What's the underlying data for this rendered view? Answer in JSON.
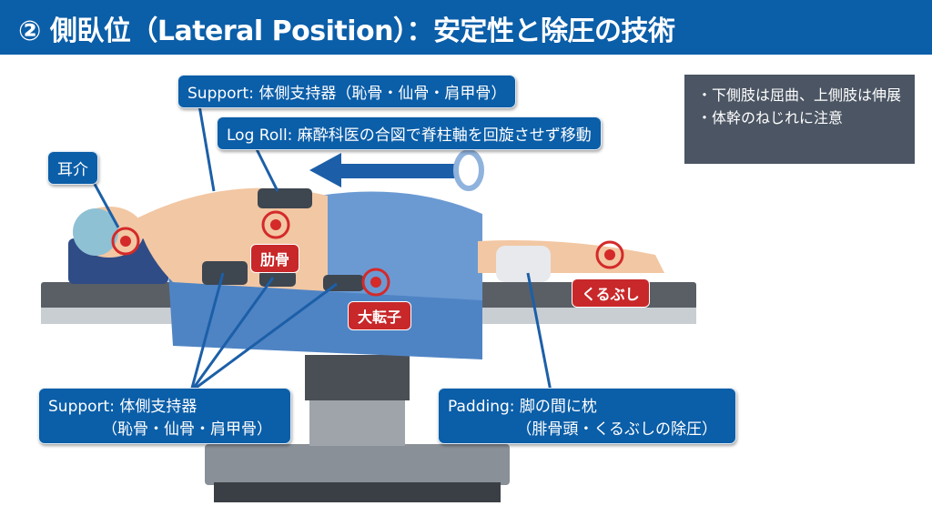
{
  "header": {
    "title": "② 側臥位（Lateral Position）：安定性と除圧の技術"
  },
  "callouts": {
    "support_top": "Support: 体側支持器（恥骨・仙骨・肩甲骨）",
    "log_roll": "Log Roll: 麻酔科医の合図で脊柱軸を回旋させず移動",
    "ear": "耳介",
    "support_bottom_line1": "Support: 体側支持器",
    "support_bottom_line2": "（恥骨・仙骨・肩甲骨）",
    "padding_line1": "Padding: 脚の間に枕",
    "padding_line2": "（腓骨頭・くるぶしの除圧）"
  },
  "pressure_points": {
    "rib": "肋骨",
    "trochanter": "大転子",
    "ankle": "くるぶし"
  },
  "notes": [
    "・下側肢は屈曲、上側肢は伸展",
    "・体幹のねじれに注意"
  ],
  "colors": {
    "header": "#0b5ea8",
    "callout": "#0b5ea8",
    "pressure": "#c8282a",
    "note": "#4b5563"
  }
}
